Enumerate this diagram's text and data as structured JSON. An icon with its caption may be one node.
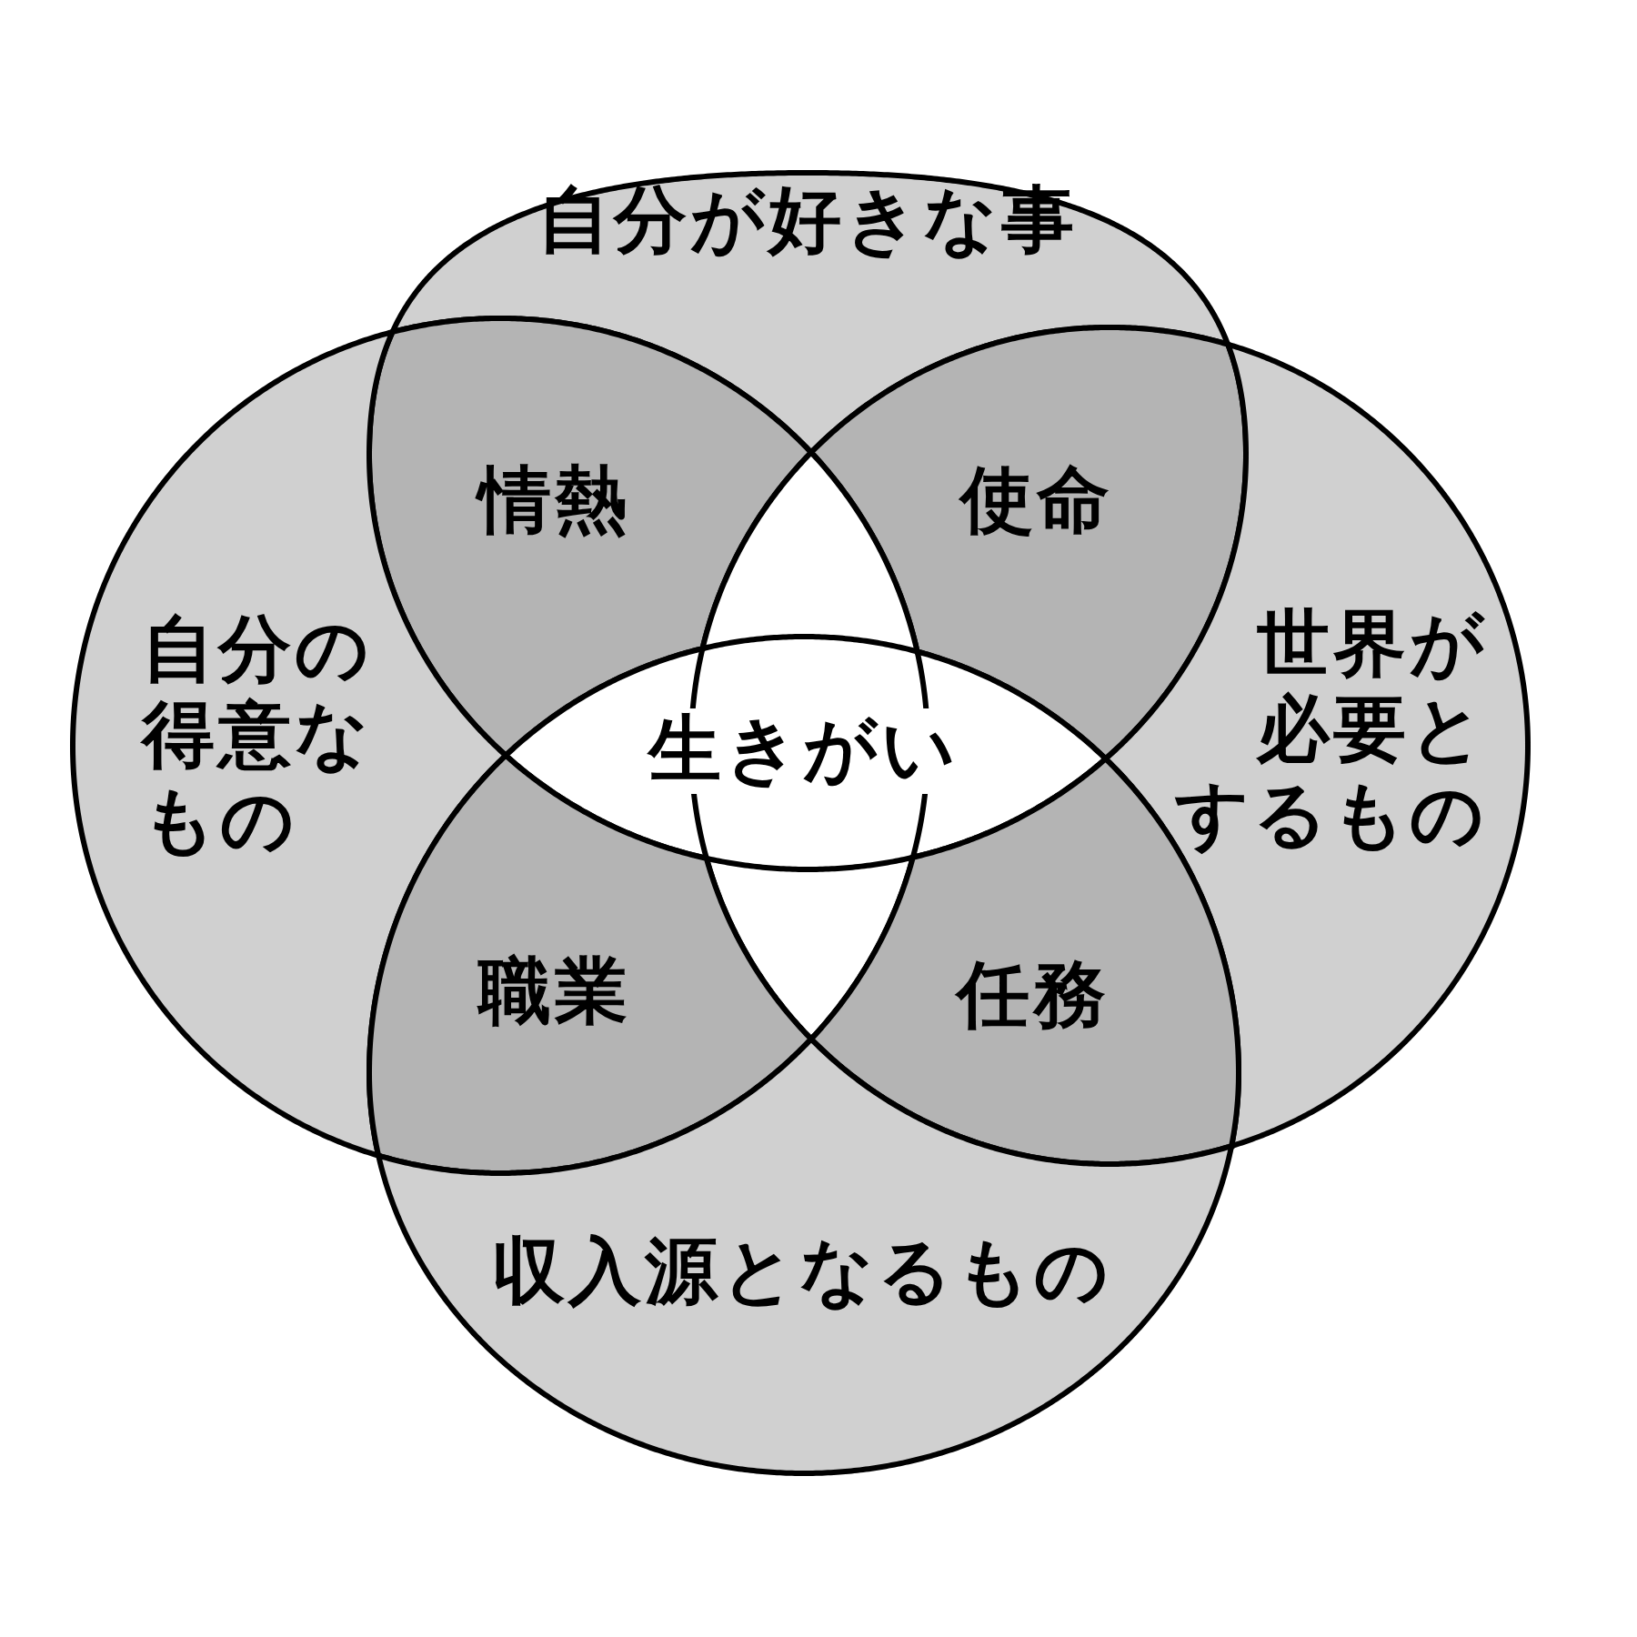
{
  "diagram": {
    "nodes": [
      {
        "text": [
          "自分が好きな事"
        ]
      },
      {
        "text": [
          "情熱"
        ]
      },
      {
        "text": [
          "使命"
        ]
      },
      {
        "text": [
          "自分の得意なもの"
        ]
      },
      {
        "text": [
          "生きがい"
        ]
      },
      {
        "text": [
          "世界が必要とするもの"
        ]
      },
      {
        "text": [
          "職業"
        ]
      },
      {
        "text": [
          "任務"
        ]
      },
      {
        "text": [
          "収入源となるもの"
        ]
      }
    ]
  }
}
